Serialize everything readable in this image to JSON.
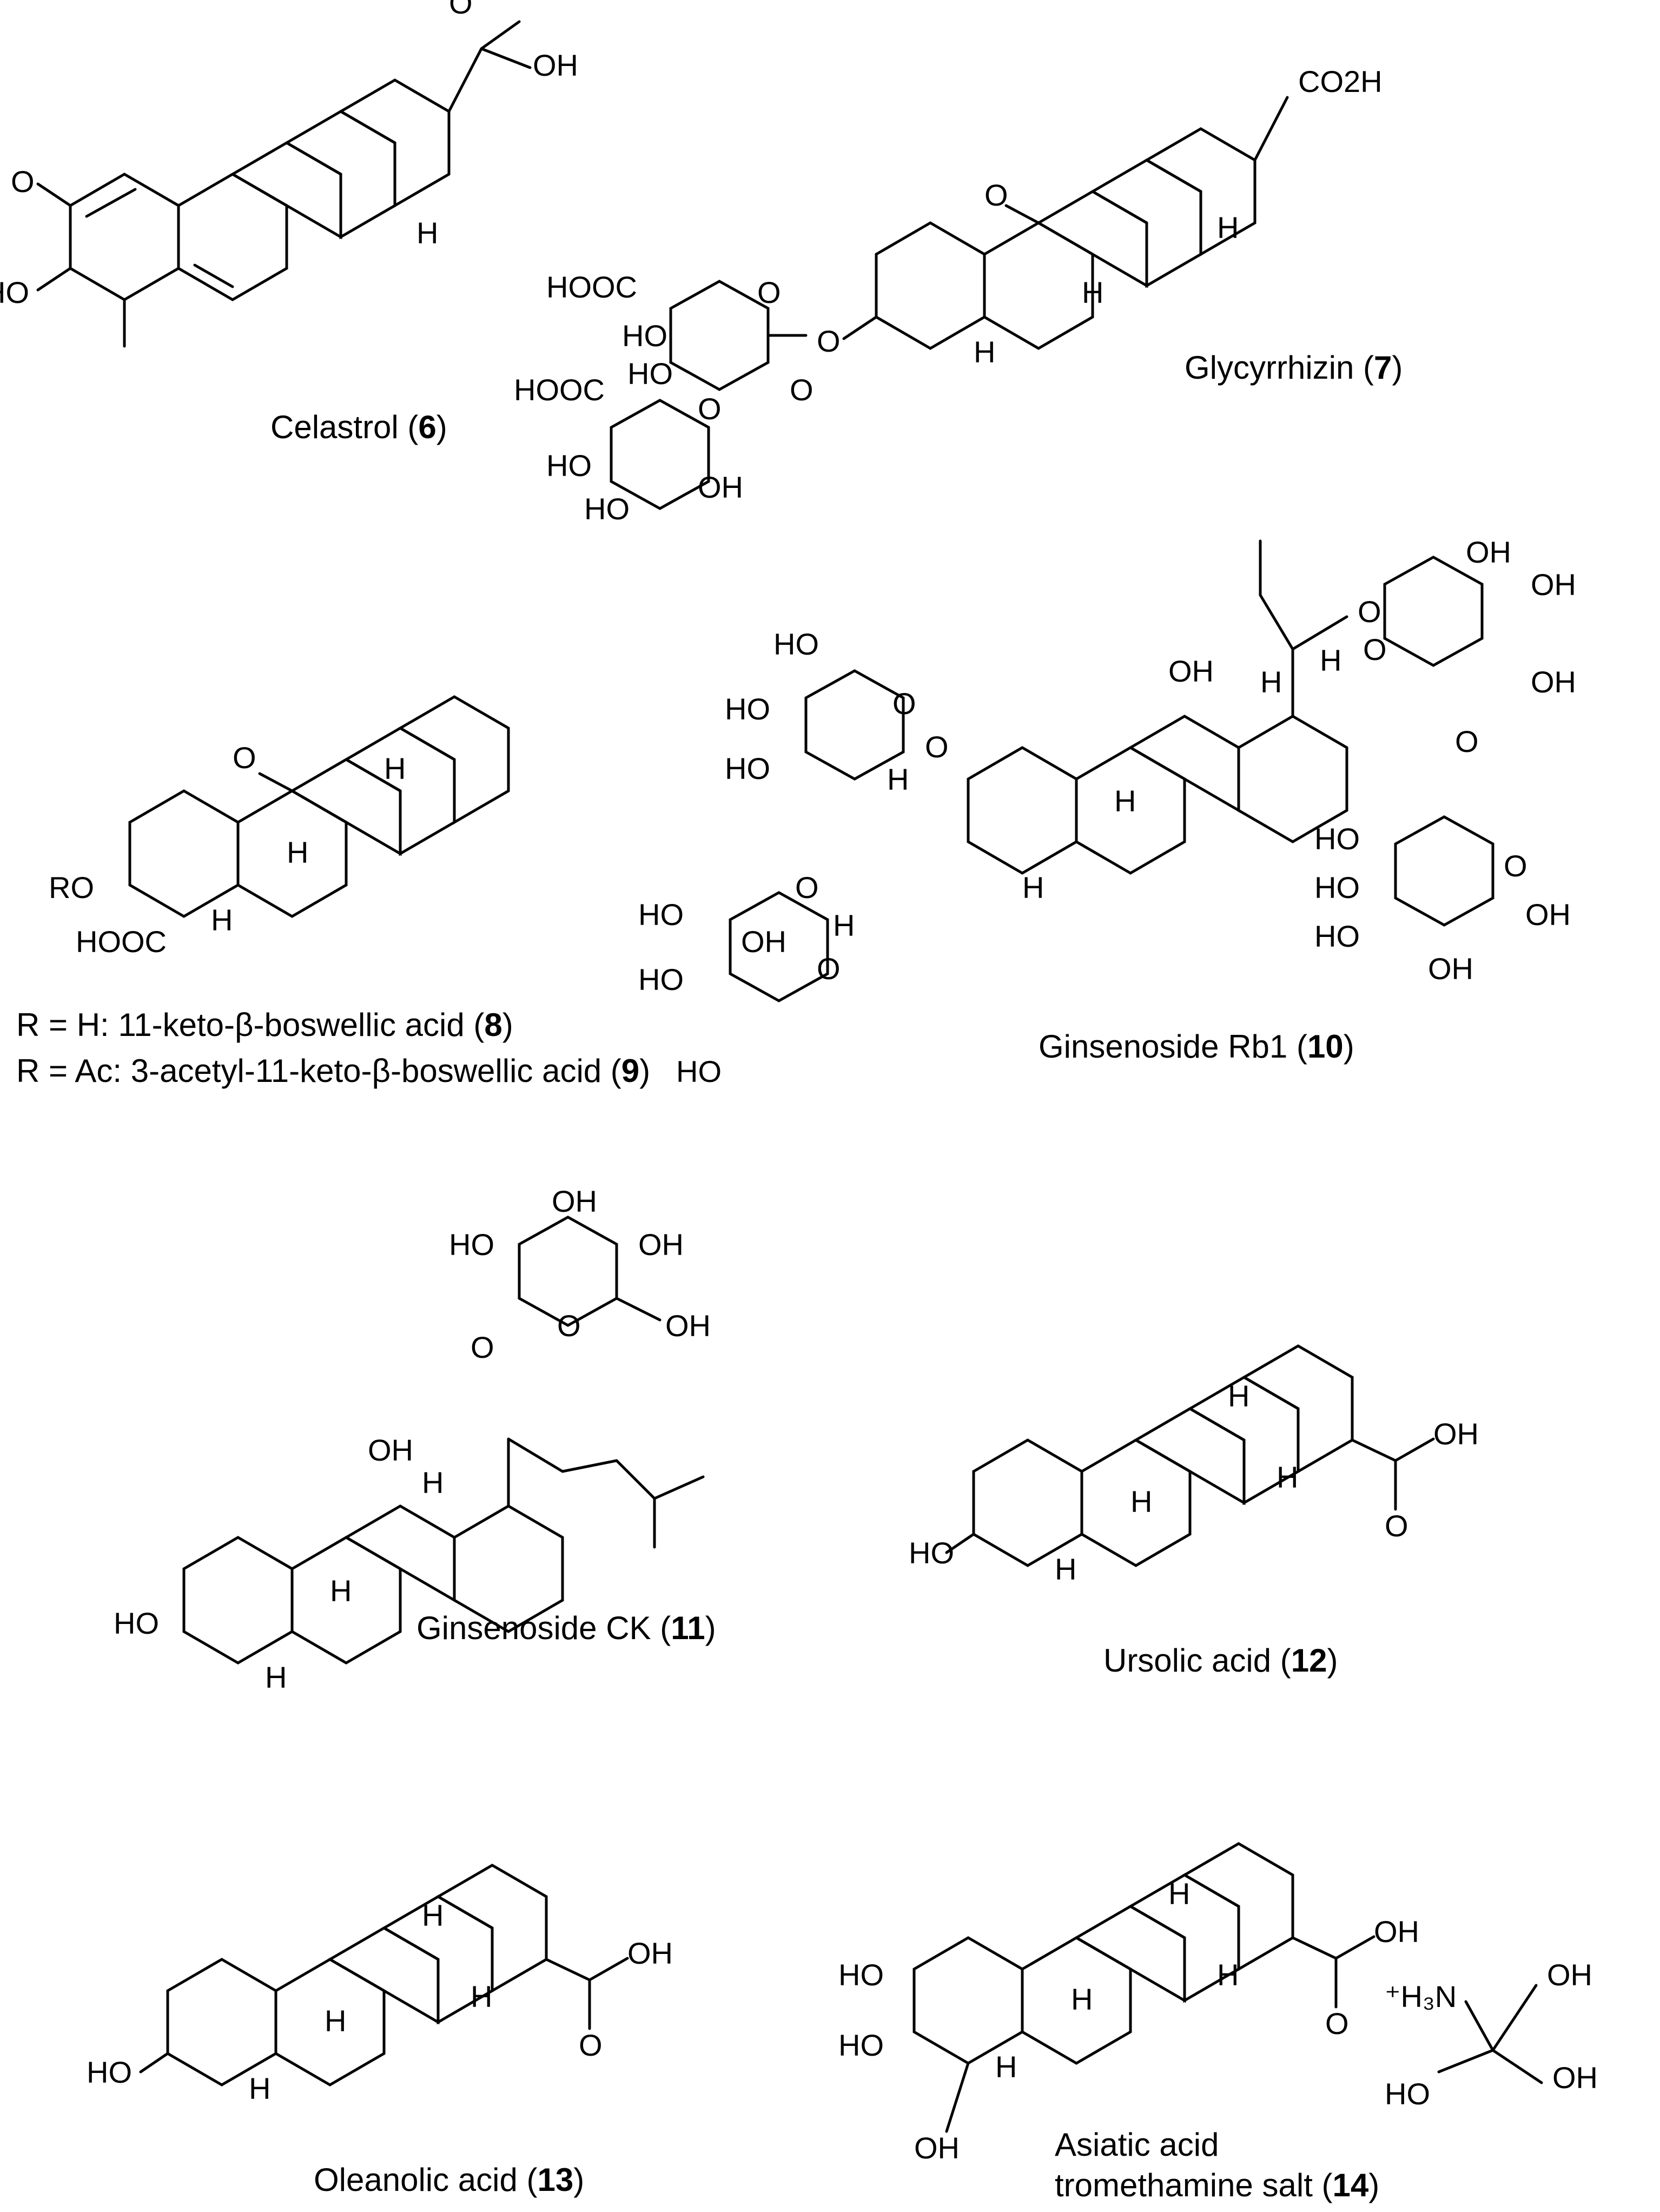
{
  "figure": {
    "compounds": [
      {
        "id": "c6",
        "name": "Celastrol (",
        "number": "6",
        "close": ")",
        "atoms": {
          "carboxyl_o": "O",
          "carboxyl_oh": "OH",
          "ketone_o": "O",
          "hydroxyl": "HO",
          "h": "H"
        }
      },
      {
        "id": "c7",
        "name": "Glycyrrhizin (",
        "number": "7",
        "close": ")",
        "atoms": {
          "co2h": "CO2H",
          "ketone_o": "O",
          "h1": "H",
          "h2": "H",
          "h3": "H",
          "glyc_o": "O",
          "hooc1": "HOOC",
          "ring_o1": "O",
          "ho1": "HO",
          "ho2": "HO",
          "link_o": "O",
          "hooc2": "HOOC",
          "ring_o2": "O",
          "ho3": "HO",
          "oh1": "OH",
          "ho4": "HO"
        }
      },
      {
        "id": "c8",
        "line1_prefix": "R = H: 11-keto-β-boswellic acid (",
        "number": "8",
        "close": ")",
        "atoms": {
          "ketone_o": "O",
          "h1": "H",
          "h2": "H",
          "h3": "H",
          "ro": "RO",
          "hooc": "HOOC"
        }
      },
      {
        "id": "c9",
        "line2_prefix": "R = Ac: 3-acetyl-11-keto-β-boswellic acid (",
        "number": "9",
        "close": ")"
      },
      {
        "id": "c10",
        "name": "Ginsenoside Rb1 (",
        "number": "10",
        "close": ")",
        "atoms": {
          "oh_top": "OH",
          "h1": "H",
          "h2": "H",
          "h3": "H",
          "h4": "H",
          "o_side": "O",
          "g1_oh1": "OH",
          "g1_oh2": "OH",
          "g1_ring_o": "O",
          "g1_oh3": "OH",
          "g1_link_o": "O",
          "g2_ho": "HO",
          "g2_oh1": "OH",
          "g2_ring_o": "O",
          "g2_ho2": "HO",
          "g2_ho3": "HO",
          "g2_oh3": "OH",
          "s1_ho": "HO",
          "s1_ho2": "HO",
          "s1_ring_o": "O",
          "s1_ho3": "HO",
          "s1_h": "H",
          "o_glyc": "O",
          "s2_o": "O",
          "s2_ho": "HO",
          "s2_oh": "OH",
          "s2_h": "H",
          "s2_ring_o": "O",
          "s2_ho2": "HO",
          "s2_ho3": "HO"
        }
      },
      {
        "id": "c11",
        "name": "Ginsenoside CK (",
        "number": "11",
        "close": ")",
        "atoms": {
          "oh_top": "OH",
          "ho_left": "HO",
          "oh_right": "OH",
          "ring_o": "O",
          "oh_tail": "OH",
          "o_link": "O",
          "oh12": "OH",
          "h1": "H",
          "h2": "H",
          "h3": "H",
          "ho3": "HO"
        }
      },
      {
        "id": "c12",
        "name": "Ursolic acid (",
        "number": "12",
        "close": ")",
        "atoms": {
          "oh": "OH",
          "o": "O",
          "h1": "H",
          "h2": "H",
          "h3": "H",
          "h4": "H",
          "ho": "HO"
        }
      },
      {
        "id": "c13",
        "name": "Oleanolic acid (",
        "number": "13",
        "close": ")",
        "atoms": {
          "oh": "OH",
          "o": "O",
          "h1": "H",
          "h2": "H",
          "h3": "H",
          "h4": "H",
          "ho": "HO"
        }
      },
      {
        "id": "c14",
        "name_line1": "Asiatic acid",
        "name_line2": "tromethamine salt  (",
        "number": "14",
        "close": ")",
        "atoms": {
          "oh": "OH",
          "o": "O",
          "h1": "H",
          "h2": "H",
          "h3": "H",
          "h4": "H",
          "ho2": "HO",
          "ho3": "HO",
          "oh23": "OH",
          "h3n": "⁺H₃N",
          "tris_oh1": "OH",
          "tris_ho": "HO",
          "tris_oh2": "OH"
        }
      }
    ]
  }
}
